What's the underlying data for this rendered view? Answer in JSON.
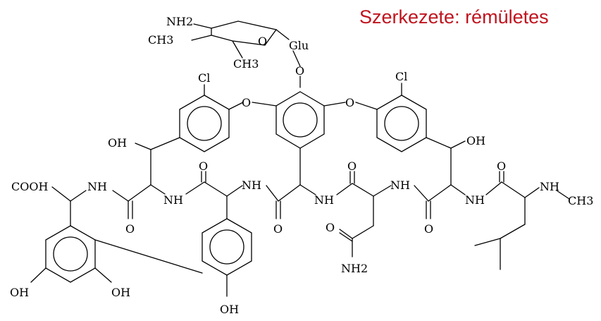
{
  "caption": {
    "text": "Szerkezete: rémületes",
    "color": "#c0141e"
  },
  "structure": {
    "sugar": {
      "amine": "NH2",
      "methyl_left": "CH3",
      "ring_oxygen": "O",
      "methyl_bottom": "CH3",
      "link": "Glu"
    },
    "glycoside_oxygen": "O",
    "ether_oxygens": [
      "O",
      "O"
    ],
    "chlorines": [
      "Cl",
      "Cl"
    ],
    "hydroxyls_benzylic": [
      "OH",
      "OH"
    ],
    "carboxyl": "COOH",
    "amides": [
      "NH",
      "NH",
      "NH",
      "NH",
      "NH",
      "NH"
    ],
    "carbonyl_oxygens": [
      "O",
      "O",
      "O",
      "O",
      "O",
      "O",
      "O"
    ],
    "side_amide": "NH2",
    "terminal_amine": {
      "nh": "NH",
      "methyl": "CH3"
    },
    "phenols": [
      "OH",
      "OH",
      "OH"
    ]
  }
}
